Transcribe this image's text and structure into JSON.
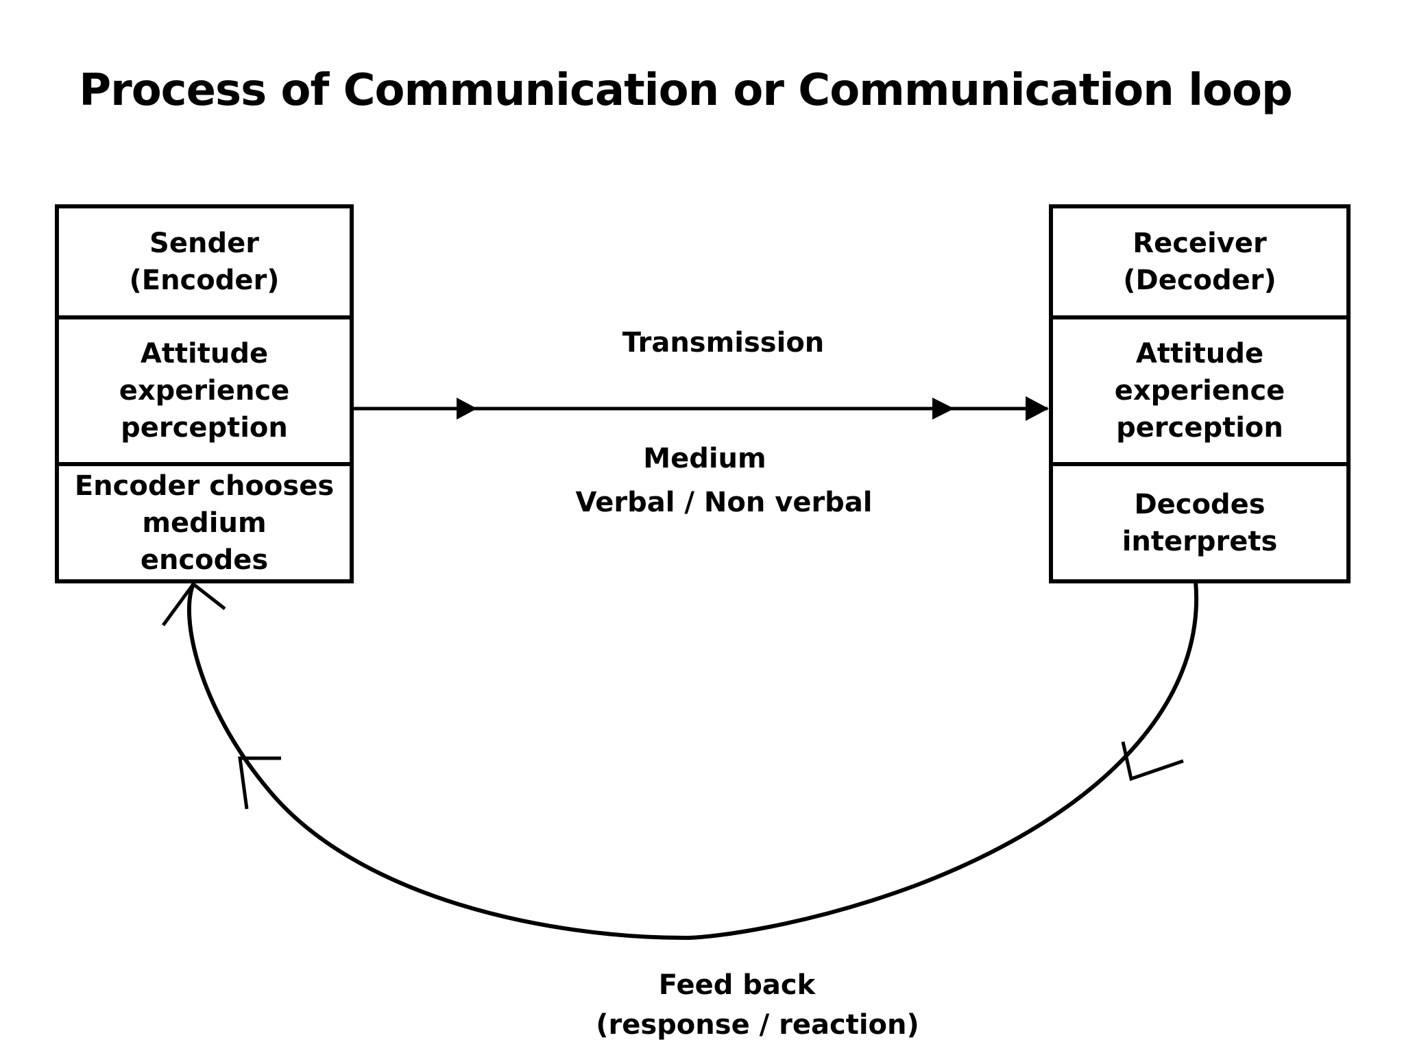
{
  "title": "Process of Communication or Communication loop",
  "sender": {
    "heading_line1": "Sender",
    "heading_line2": "(Encoder)",
    "attributes": [
      "Attitude",
      "experience",
      "perception"
    ],
    "actions": [
      "Encoder chooses",
      "medium",
      "encodes"
    ]
  },
  "receiver": {
    "heading_line1": "Receiver",
    "heading_line2": "(Decoder)",
    "attributes": [
      "Attitude",
      "experience",
      "perception"
    ],
    "actions": [
      "Decodes",
      "interprets"
    ]
  },
  "transmission": {
    "label": "Transmission",
    "medium_label": "Medium",
    "medium_types": "Verbal / Non verbal"
  },
  "feedback": {
    "label": "Feed back",
    "detail": "(response / reaction)"
  },
  "colors": {
    "line": "#000000",
    "background": "#ffffff"
  }
}
